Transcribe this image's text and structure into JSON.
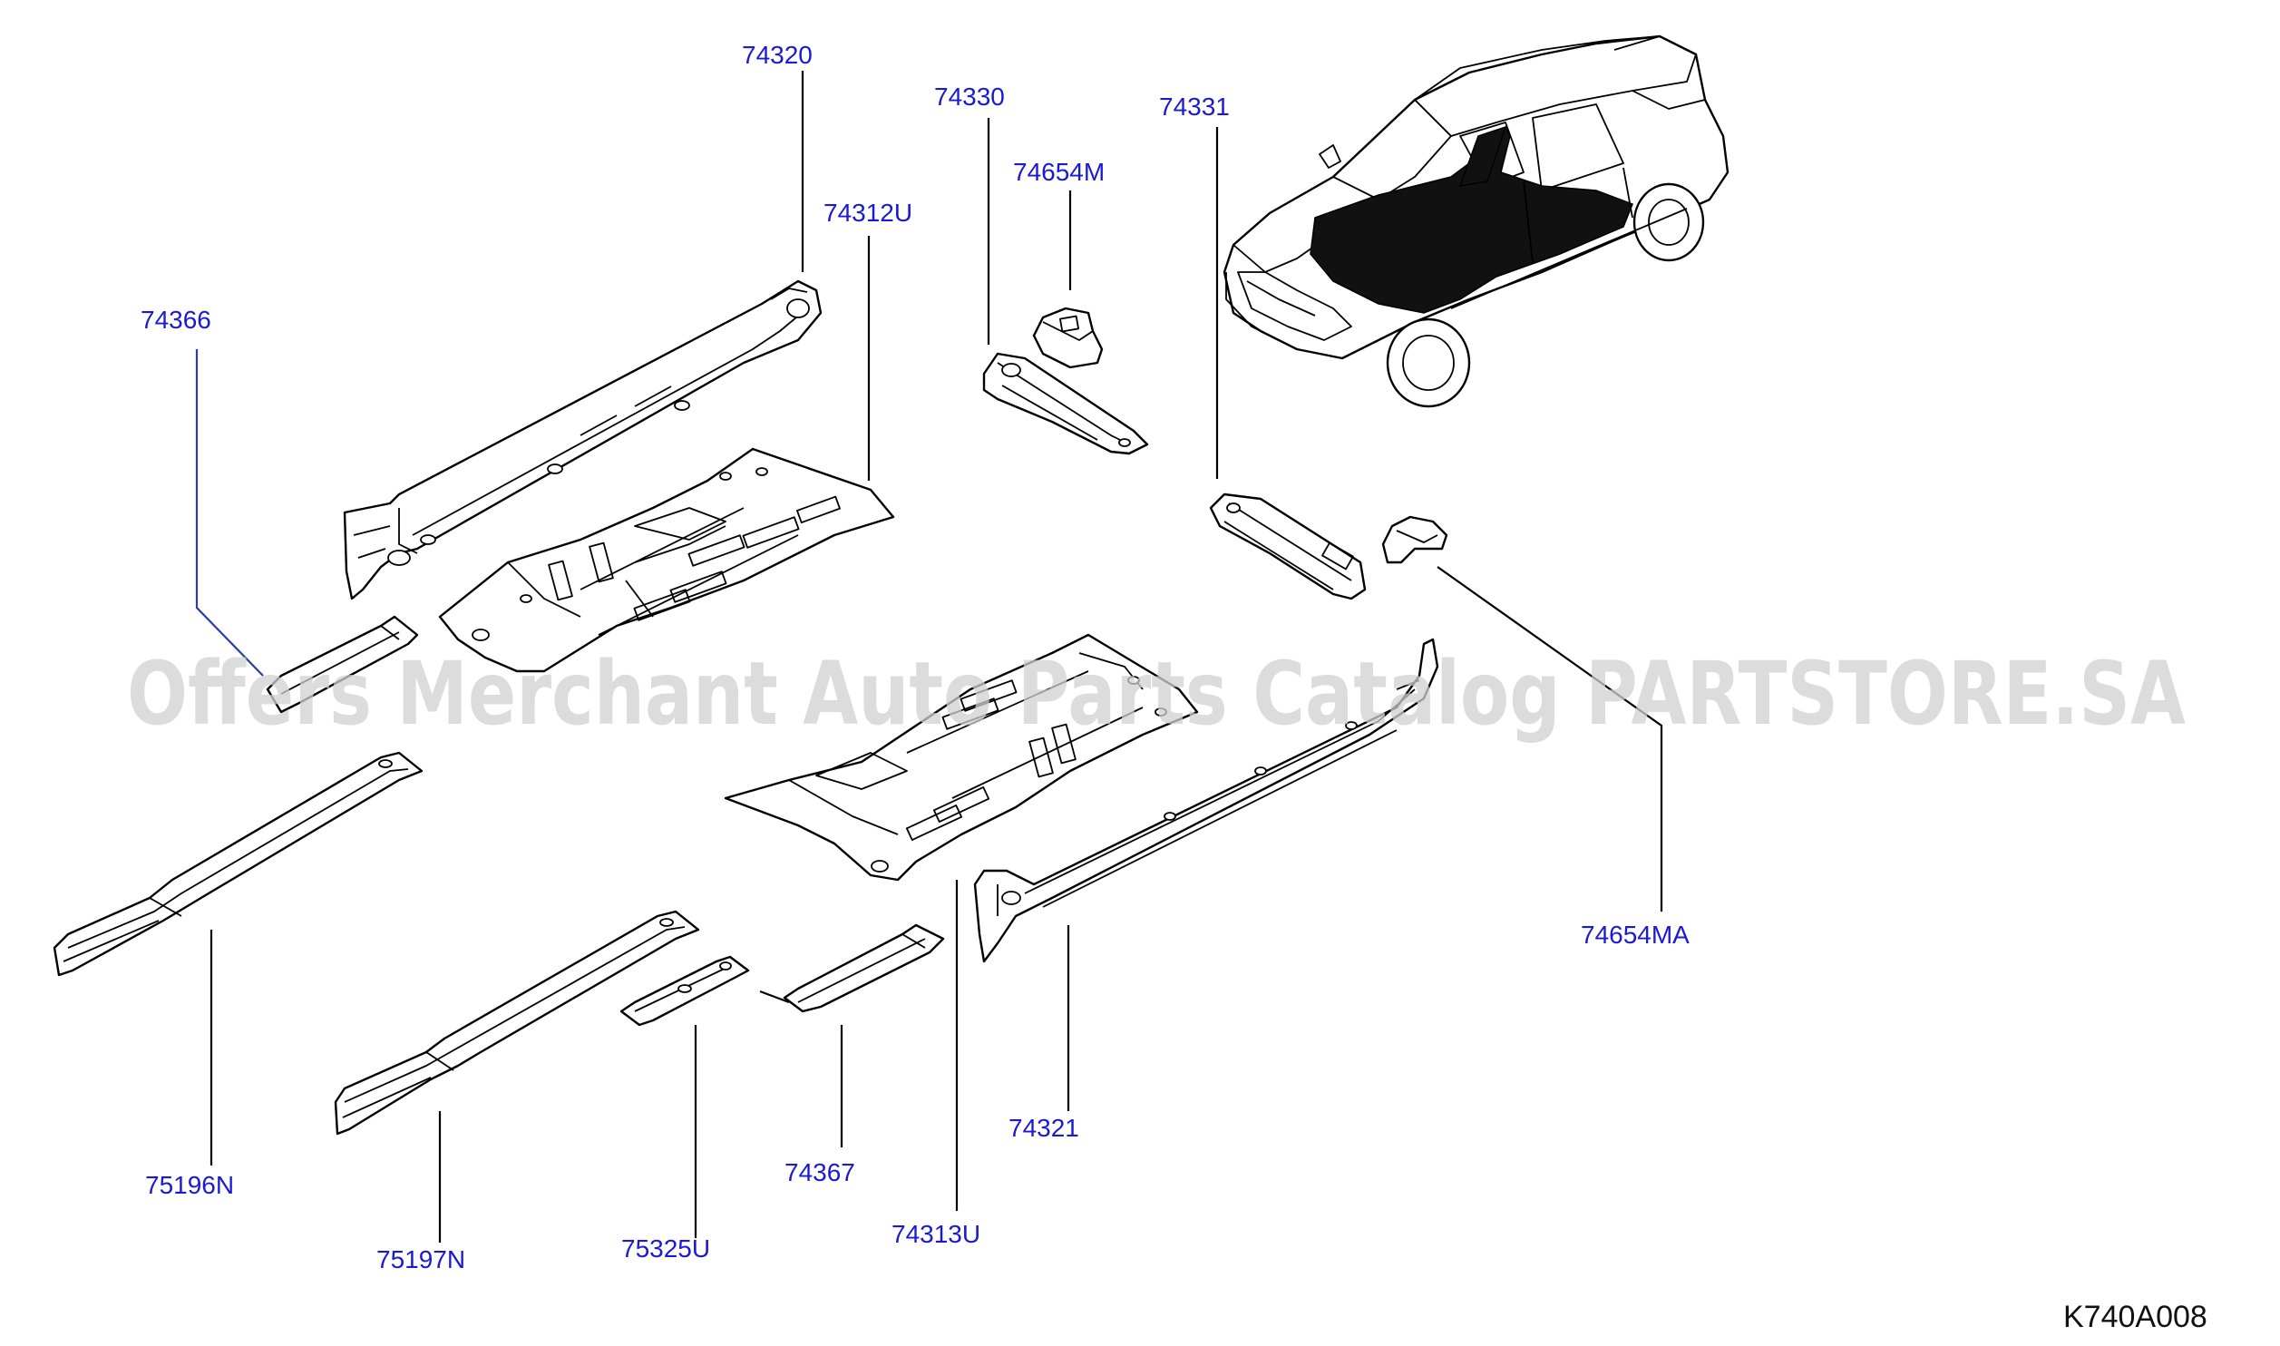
{
  "watermark": "Offers Merchant Auto Parts Catalog PARTSTORE.SA",
  "diagram_code": "K740A008",
  "part_labels": {
    "p74320": "74320",
    "p74330": "74330",
    "p74331": "74331",
    "p74654M": "74654M",
    "p74312U": "74312U",
    "p74366": "74366",
    "p74654MA": "74654MA",
    "p75196N": "75196N",
    "p75197N": "75197N",
    "p75325U": "75325U",
    "p74367": "74367",
    "p74313U": "74313U",
    "p74321": "74321"
  },
  "colors": {
    "label": "#1a1ad6",
    "line": "#000000",
    "watermark": "#d0d0d0"
  }
}
